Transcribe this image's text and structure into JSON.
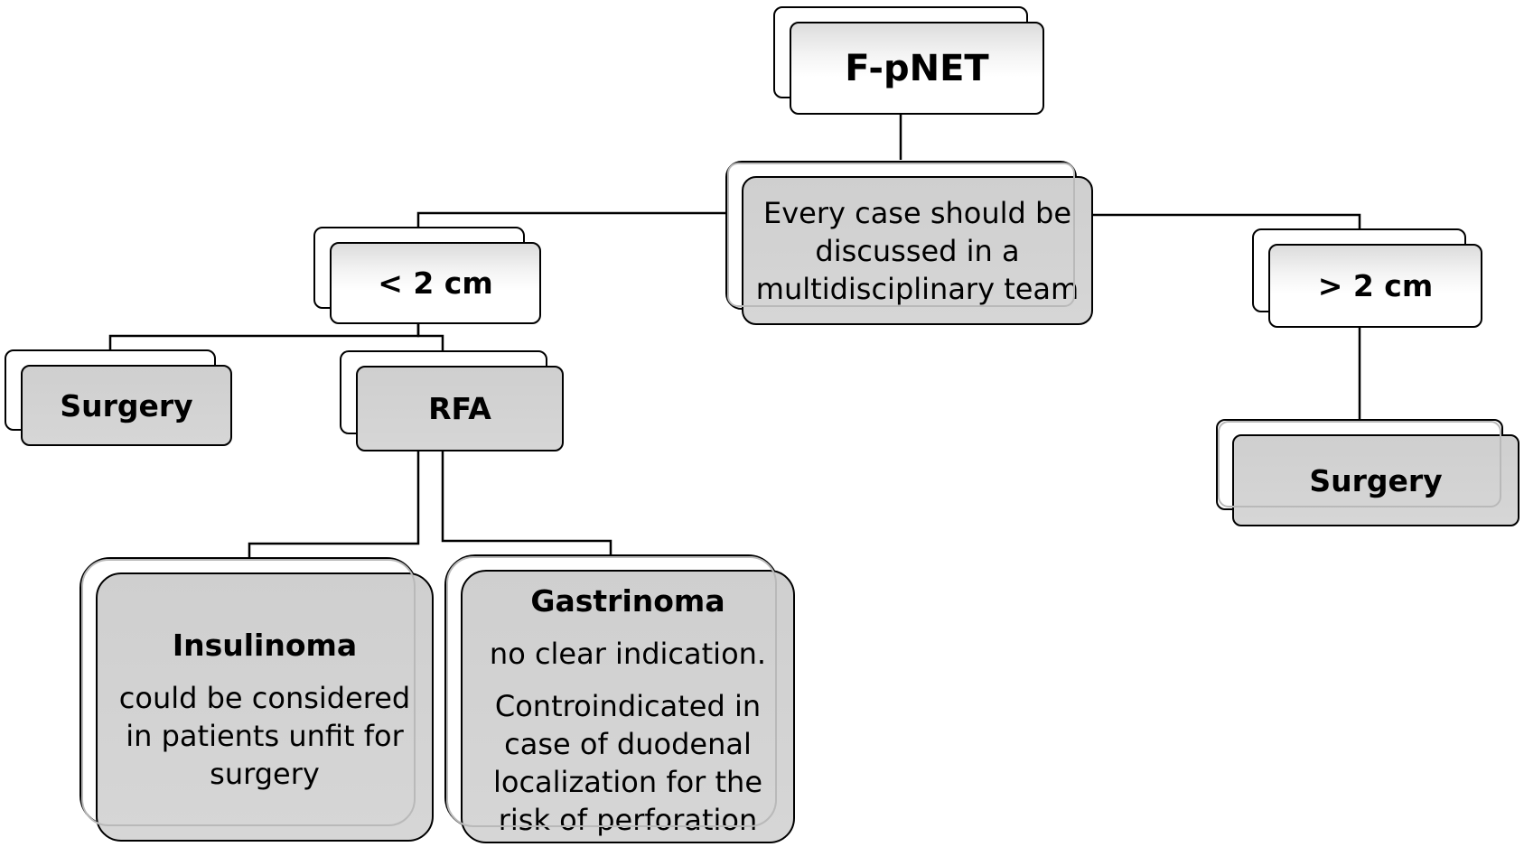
{
  "nodes": {
    "root": {
      "title": "F-pNET"
    },
    "mdt": {
      "text_lines": [
        "Every case should be",
        "discussed in a",
        "multidisciplinary team"
      ]
    },
    "small": {
      "title": "< 2 cm"
    },
    "large": {
      "title": "> 2 cm"
    },
    "small_surgery": {
      "title": "Surgery"
    },
    "rfa": {
      "title": "RFA"
    },
    "large_surgery": {
      "title": "Surgery"
    },
    "insulinoma": {
      "title": "Insulinoma",
      "text_lines": [
        "could be considered",
        "in patients unfit for",
        "surgery"
      ]
    },
    "gastrinoma": {
      "title": "Gastrinoma",
      "text1": "no clear indication.",
      "text_lines": [
        "Controindicated in",
        "case of duodenal",
        "localization for the",
        "risk of perforation"
      ]
    }
  },
  "colors": {
    "box_grey": "#d0d0d0",
    "line": "#000000",
    "shadow_box": "#ffffff"
  }
}
